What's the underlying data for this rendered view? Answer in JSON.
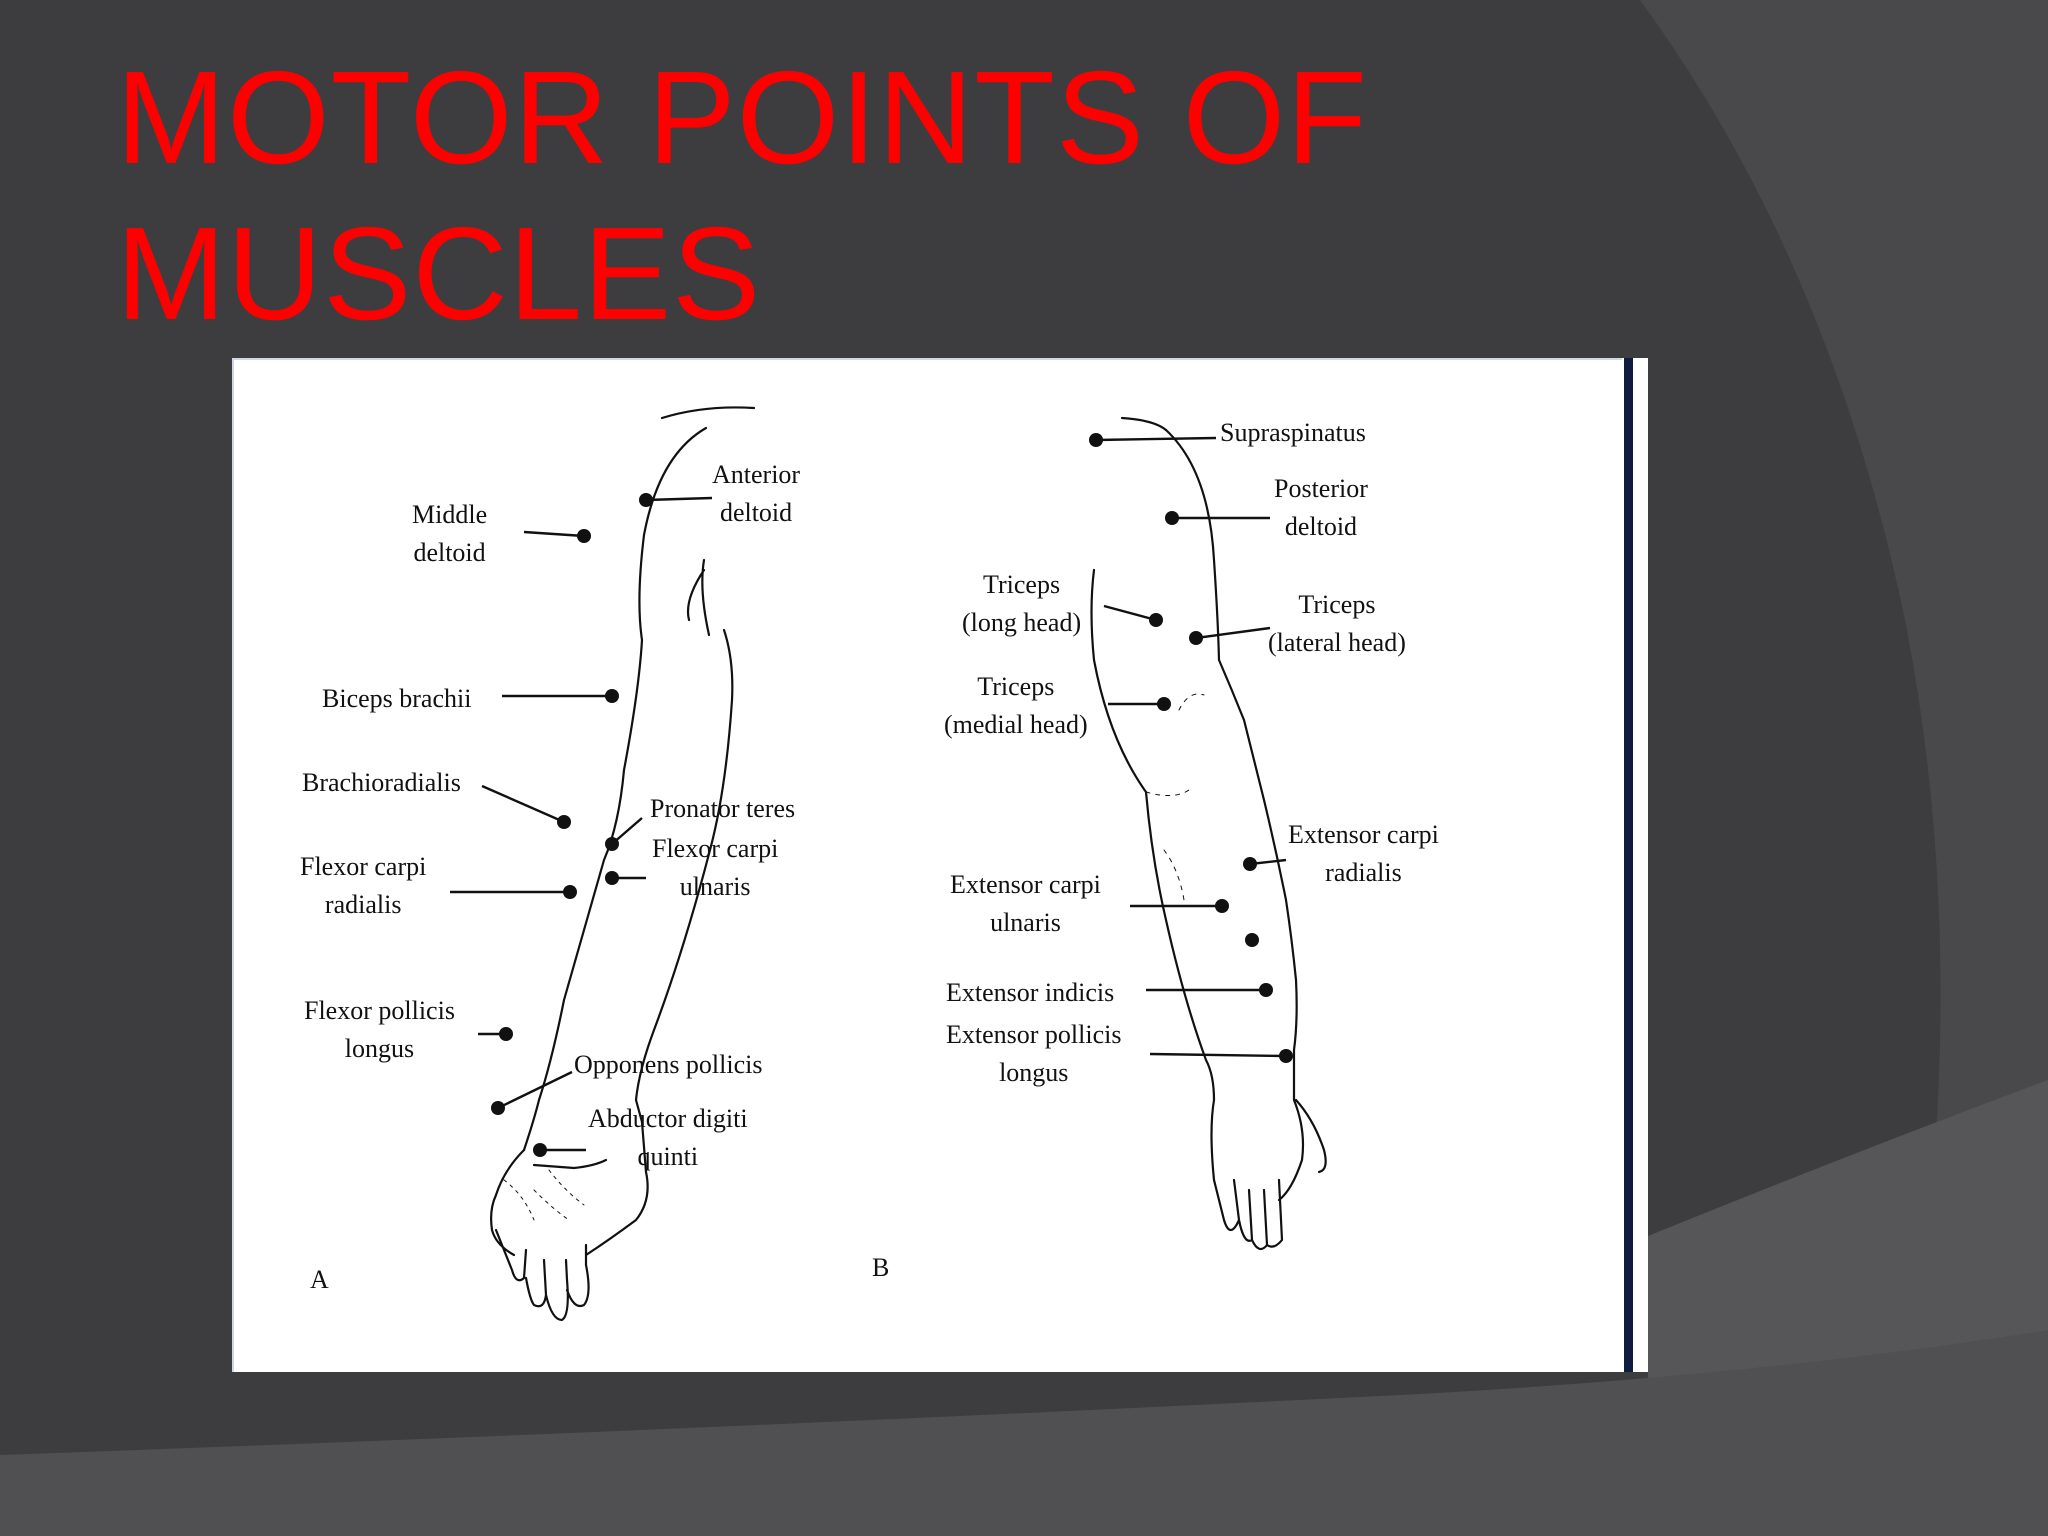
{
  "slide": {
    "title_lines": [
      "MOTOR POINTS OF",
      "MUSCLES"
    ],
    "colors": {
      "background": "#3d3d3f",
      "swoosh": "#4b4b4d",
      "title": "#ff0000",
      "figure_bar": "#0f1c3d"
    }
  },
  "figure": {
    "panel_a": {
      "letter": "A",
      "labels": {
        "middle_deltoid": [
          "Middle",
          "deltoid"
        ],
        "anterior_deltoid": [
          "Anterior",
          "deltoid"
        ],
        "biceps_brachii": [
          "Biceps brachii"
        ],
        "brachioradialis": [
          "Brachioradialis"
        ],
        "pronator_teres": [
          "Pronator teres"
        ],
        "flexor_carpi_ulnaris": [
          "Flexor carpi",
          "ulnaris"
        ],
        "flexor_carpi_radialis": [
          "Flexor carpi",
          "radialis"
        ],
        "flexor_pollicis_longus": [
          "Flexor pollicis",
          "longus"
        ],
        "opponens_pollicis": [
          "Opponens pollicis"
        ],
        "abductor_digiti_quinti": [
          "Abductor digiti",
          "quinti"
        ]
      }
    },
    "panel_b": {
      "letter": "B",
      "labels": {
        "supraspinatus": [
          "Supraspinatus"
        ],
        "posterior_deltoid": [
          "Posterior",
          "deltoid"
        ],
        "triceps_long_head": [
          "Triceps",
          "(long head)"
        ],
        "triceps_lateral_head": [
          "Triceps",
          "(lateral head)"
        ],
        "triceps_medial_head": [
          "Triceps",
          "(medial head)"
        ],
        "extensor_carpi_radialis": [
          "Extensor carpi",
          "radialis"
        ],
        "extensor_carpi_ulnaris": [
          "Extensor carpi",
          "ulnaris"
        ],
        "extensor_indicis": [
          "Extensor indicis"
        ],
        "extensor_pollicis_longus": [
          "Extensor pollicis",
          "longus"
        ]
      }
    }
  }
}
